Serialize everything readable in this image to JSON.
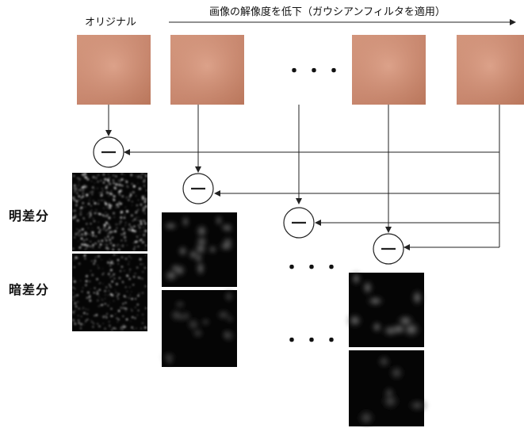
{
  "labels": {
    "original": "オリジナル",
    "process": "画像の解像度を低下（ガウシアンフィルタを適用）",
    "bright_diff": "明差分",
    "dark_diff": "暗差分"
  },
  "ellipsis": "・・・",
  "colors": {
    "skin_light": "#d89b82",
    "skin_mid": "#c98a6f",
    "skin_dark": "#b9785d",
    "line": "#222222",
    "diff_bg": "#050505"
  }
}
